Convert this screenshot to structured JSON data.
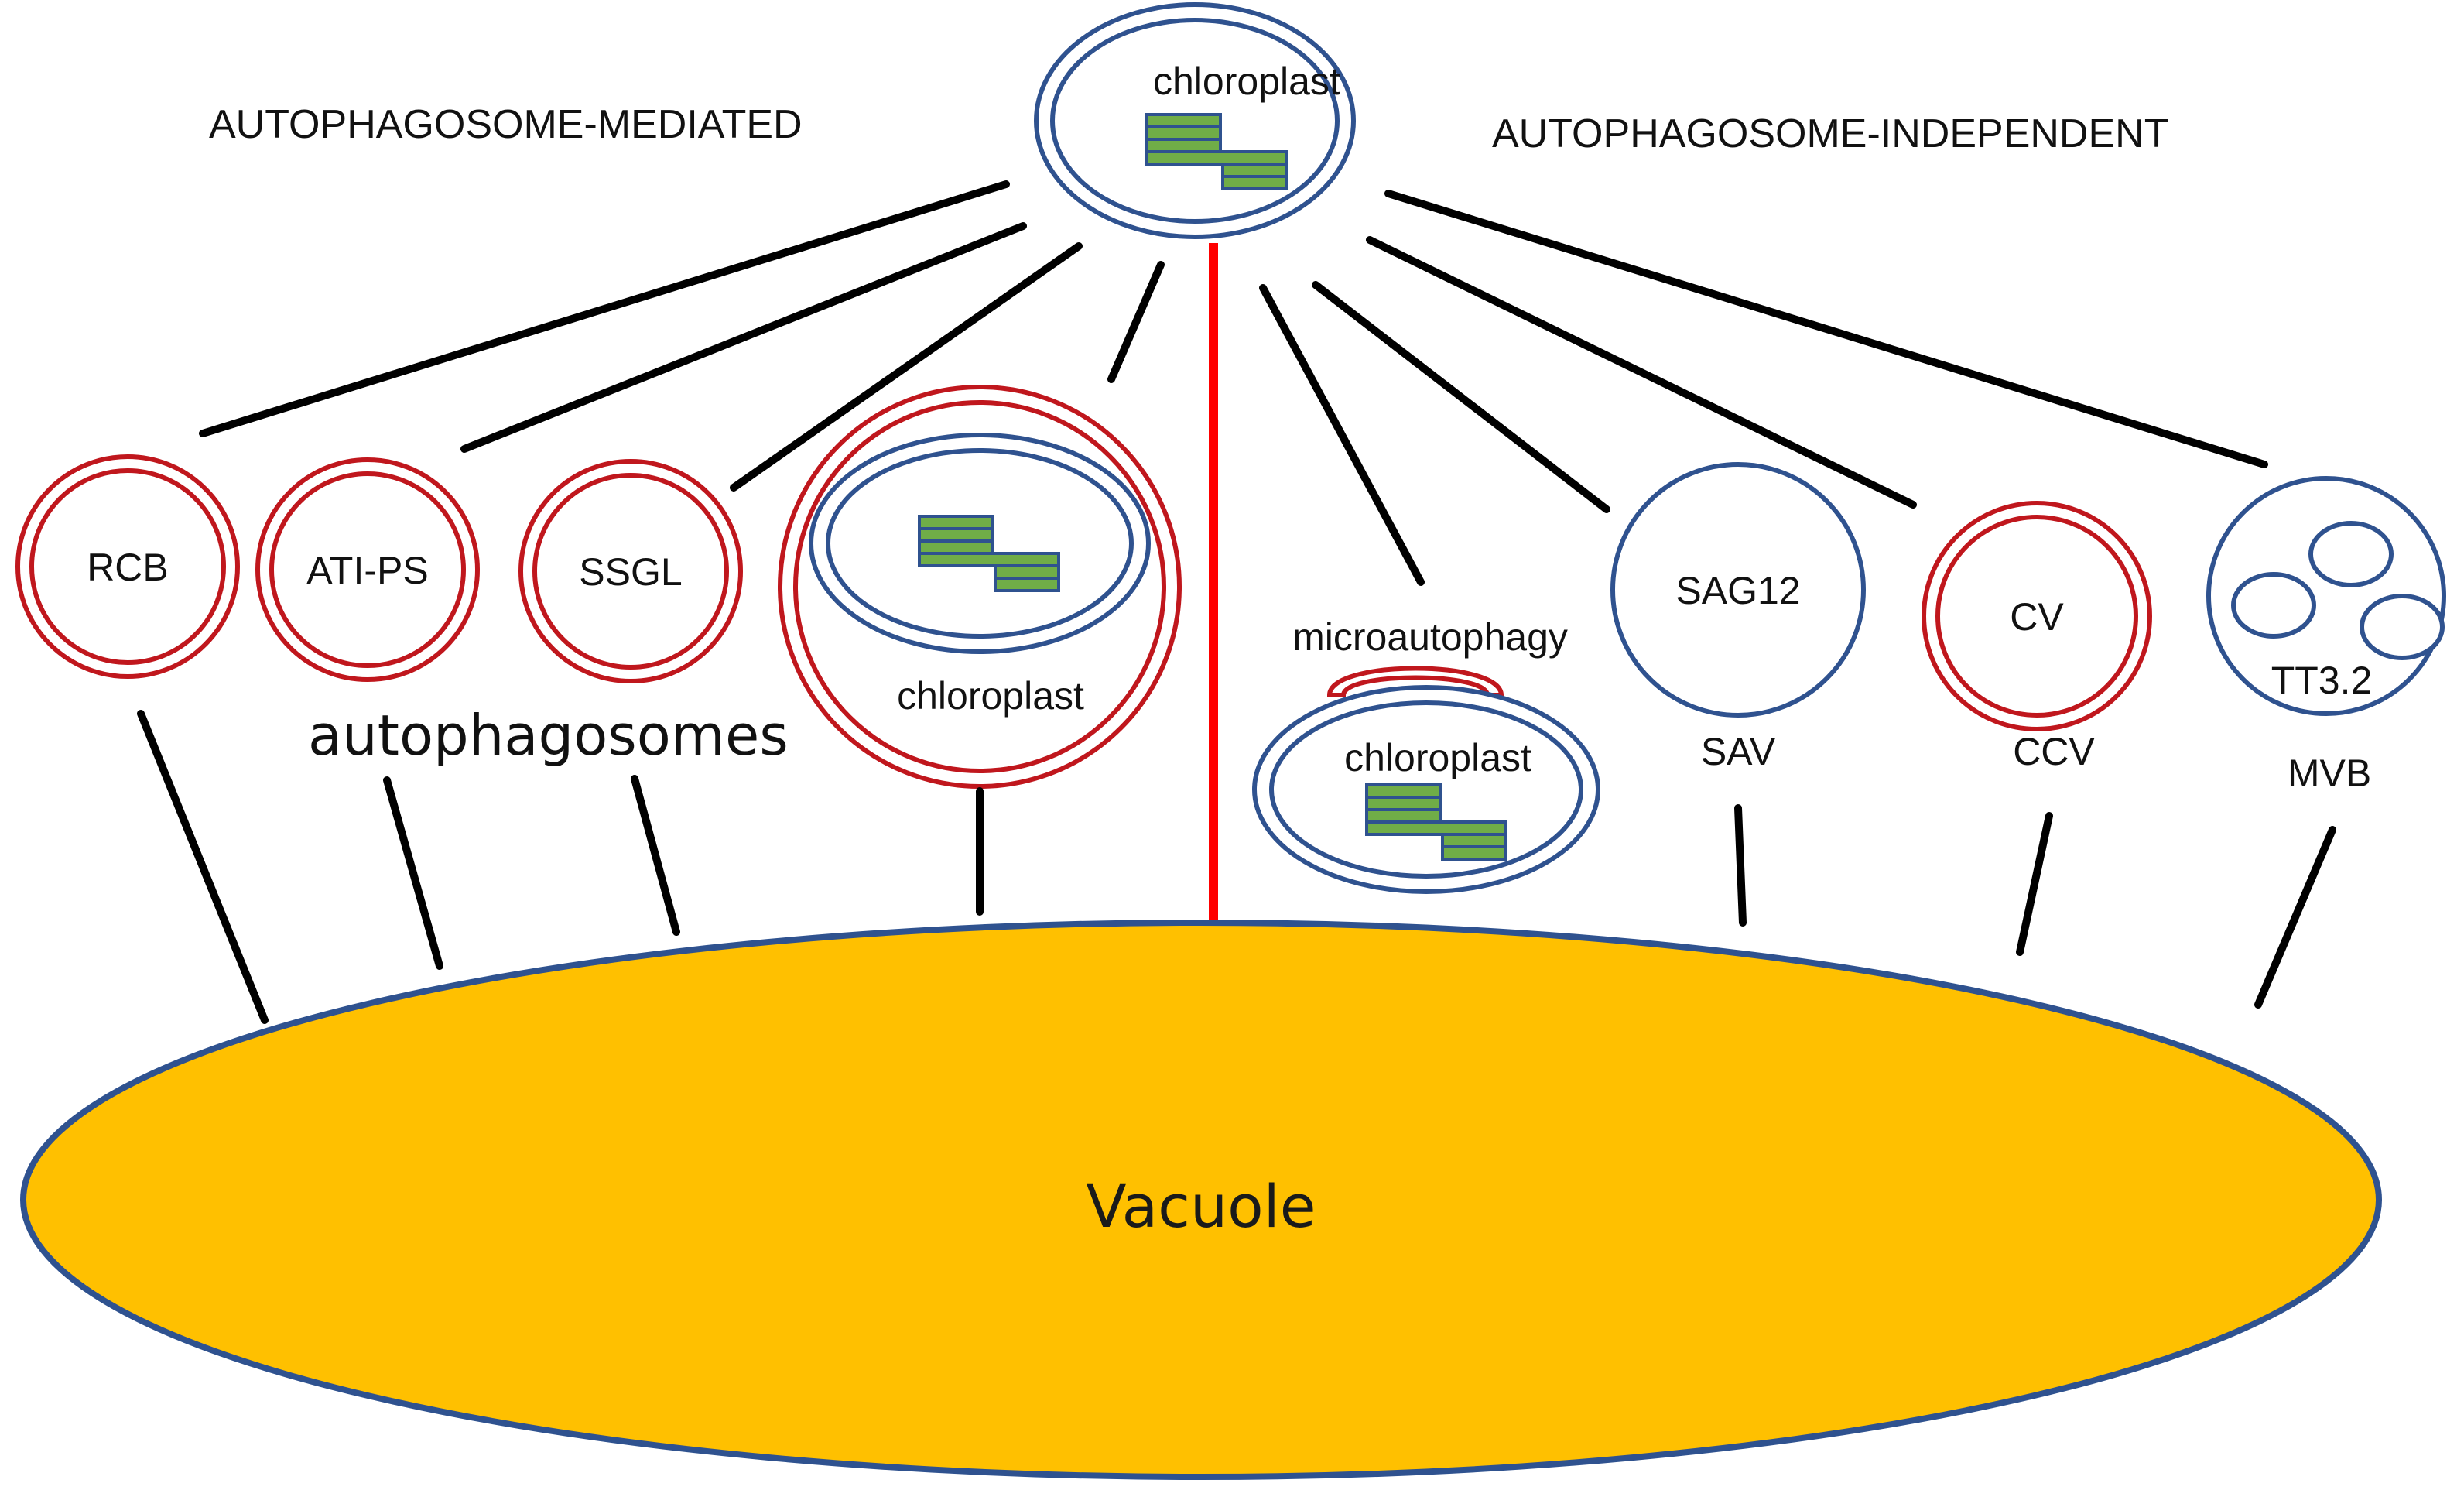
{
  "headings": {
    "left": "AUTOPHAGOSOME-MEDIATED",
    "right": "AUTOPHAGOSOME-INDEPENDENT"
  },
  "top_organelle": "chloroplast",
  "autophagosomes_label": "autophagosomes",
  "vesicles": {
    "rcb": "RCB",
    "atips": "ATI-PS",
    "ssgl": "SSGL",
    "chlorophagy": "chloroplast",
    "sag12": "SAG12",
    "sav": "SAV",
    "cv": "CV",
    "ccv": "CCV",
    "tt32": "TT3.2",
    "mvb": "MVB"
  },
  "microautophagy": {
    "label": "microautophagy",
    "chloroplast": "chloroplast"
  },
  "vacuole": "Vacuole",
  "colors": {
    "autophagosome_membrane": "#c0171d",
    "chloroplast_membrane": "#2f528f",
    "thylakoid": "#70ad47",
    "vacuole_fill": "#ffc000",
    "divider": "#ff0000",
    "arrow": "#000000"
  }
}
